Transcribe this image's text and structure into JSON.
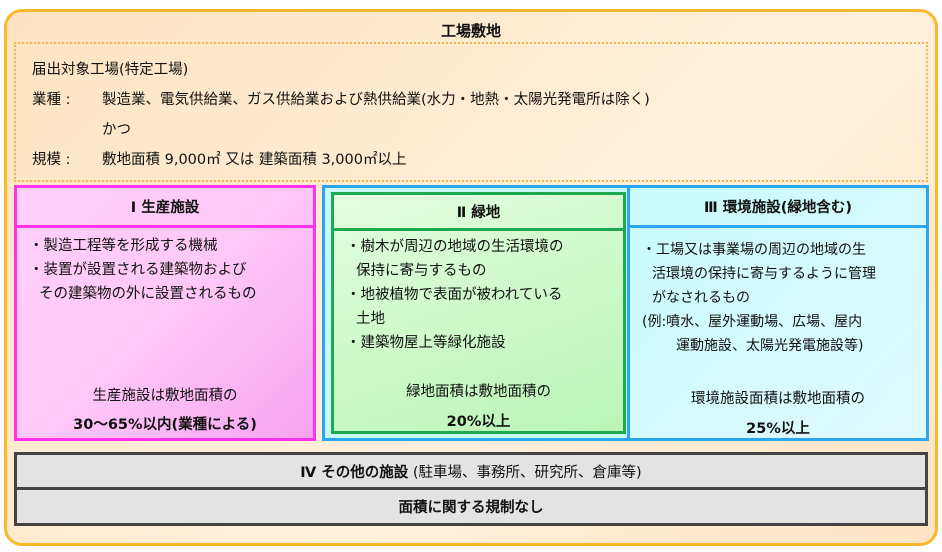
{
  "title": "工場敷地",
  "requirements": {
    "heading": "届出対象工場(特定工場)",
    "industry_label": "業種 :",
    "industry_value": "製造業、電気供給業、ガス供給業および熱供給業(水力・地熱・太陽光発電所は除く)",
    "conjunction": "かつ",
    "scale_label": "規模 :",
    "scale_value": "敷地面積 9,000㎡ 又は 建築面積 3,000㎡以上"
  },
  "production": {
    "header": "Ⅰ 生産施設",
    "items": [
      "・製造工程等を形成する機械",
      "・装置が設置される建築物および",
      "その建築物の外に設置されるもの"
    ],
    "note": "生産施設は敷地面積の",
    "ratio": "30～65%以内(業種による)"
  },
  "green": {
    "header": "Ⅱ 緑地",
    "items": [
      "・樹木が周辺の地域の生活環境の",
      "保持に寄与するもの",
      "・地被植物で表面が被われている",
      "土地",
      "・建築物屋上等緑化施設"
    ],
    "note": "緑地面積は敷地面積の",
    "ratio": "20%以上"
  },
  "environment": {
    "header": "Ⅲ 環境施設(緑地含む)",
    "items": [
      "・工場又は事業場の周辺の地域の生",
      "活環境の保持に寄与するように管理",
      "がなされるもの",
      "(例:噴水、屋外運動場、広場、屋内",
      "運動施設、太陽光発電施設等)"
    ],
    "note": "環境施設面積は敷地面積の",
    "ratio": "25%以上"
  },
  "other": {
    "header": "Ⅳ その他の施設",
    "examples": "(駐車場、事務所、研究所、倉庫等)",
    "rule": "面積に関する規制なし"
  }
}
